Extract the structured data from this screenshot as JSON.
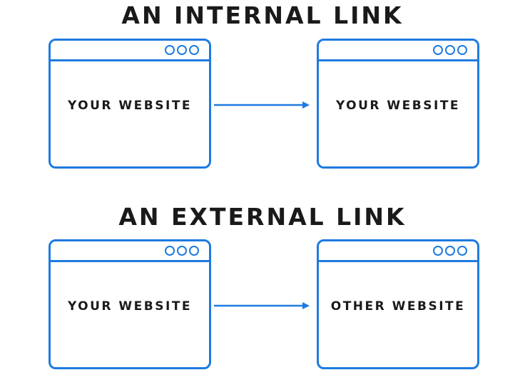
{
  "sections": [
    {
      "title": "AN INTERNAL LINK",
      "source": {
        "label": "YOUR WEBSITE"
      },
      "target": {
        "label": "YOUR WEBSITE"
      }
    },
    {
      "title": "AN EXTERNAL LINK",
      "source": {
        "label": "YOUR WEBSITE"
      },
      "target": {
        "label": "OTHER WEBSITE"
      }
    }
  ],
  "colors": {
    "accent": "#1e7be0",
    "text": "#1a1a1a",
    "background": "#ffffff"
  },
  "icons": {
    "window_controls": "three-dot-window-controls-icon",
    "arrow": "arrow-right-icon"
  }
}
